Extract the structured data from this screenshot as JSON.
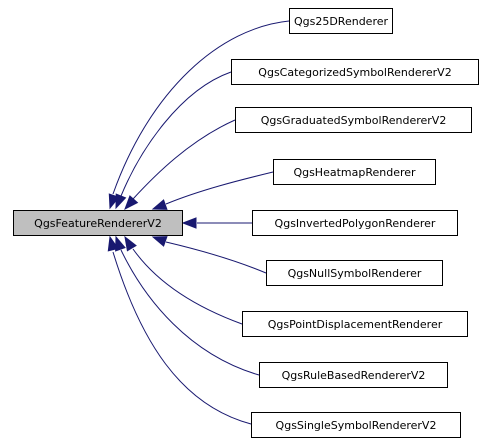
{
  "diagram": {
    "type": "inheritance-graph",
    "colors": {
      "edge": "#191970",
      "base_fill": "#bfbfbf",
      "node_fill": "#ffffff",
      "border": "#000000"
    },
    "base": {
      "id": "base",
      "label": "QgsFeatureRendererV2"
    },
    "derived": [
      {
        "id": "n1",
        "label": "Qgs25DRenderer"
      },
      {
        "id": "n2",
        "label": "QgsCategorizedSymbolRendererV2"
      },
      {
        "id": "n3",
        "label": "QgsGraduatedSymbolRendererV2"
      },
      {
        "id": "n4",
        "label": "QgsHeatmapRenderer"
      },
      {
        "id": "n5",
        "label": "QgsInvertedPolygonRenderer"
      },
      {
        "id": "n6",
        "label": "QgsNullSymbolRenderer"
      },
      {
        "id": "n7",
        "label": "QgsPointDisplacementRenderer"
      },
      {
        "id": "n8",
        "label": "QgsRuleBasedRendererV2"
      },
      {
        "id": "n9",
        "label": "QgsSingleSymbolRendererV2"
      }
    ],
    "edges": [
      {
        "from": "n1",
        "to": "base"
      },
      {
        "from": "n2",
        "to": "base"
      },
      {
        "from": "n3",
        "to": "base"
      },
      {
        "from": "n4",
        "to": "base"
      },
      {
        "from": "n5",
        "to": "base"
      },
      {
        "from": "n6",
        "to": "base"
      },
      {
        "from": "n7",
        "to": "base"
      },
      {
        "from": "n8",
        "to": "base"
      },
      {
        "from": "n9",
        "to": "base"
      }
    ]
  }
}
